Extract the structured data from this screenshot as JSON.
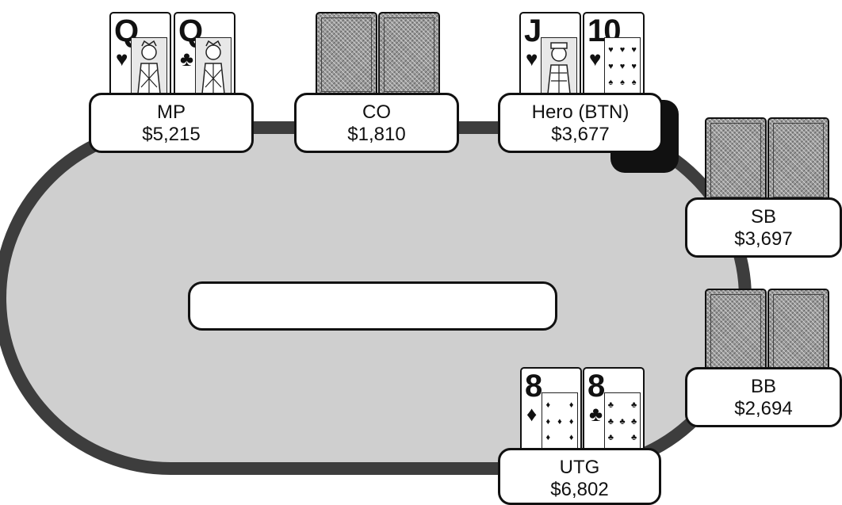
{
  "seats": [
    {
      "position": "MP",
      "stack": "$5,215",
      "cards": [
        {
          "rank": "Q",
          "suit": "♥"
        },
        {
          "rank": "Q",
          "suit": "♣"
        }
      ]
    },
    {
      "position": "CO",
      "stack": "$1,810",
      "cards": "face-down"
    },
    {
      "position": "Hero (BTN)",
      "stack": "$3,677",
      "cards": [
        {
          "rank": "J",
          "suit": "♥"
        },
        {
          "rank": "10",
          "suit": "♥"
        }
      ],
      "dealer_button": true
    },
    {
      "position": "SB",
      "stack": "$3,697",
      "cards": "face-down"
    },
    {
      "position": "BB",
      "stack": "$2,694",
      "cards": "face-down"
    },
    {
      "position": "UTG",
      "stack": "$6,802",
      "cards": [
        {
          "rank": "8",
          "suit": "♦"
        },
        {
          "rank": "8",
          "suit": "♣"
        }
      ]
    }
  ],
  "board": {
    "cards": []
  },
  "colors": {
    "felt": "#cfcfcf",
    "rail": "#3d3d3d",
    "ink": "#111111",
    "plate": "#ffffff"
  }
}
